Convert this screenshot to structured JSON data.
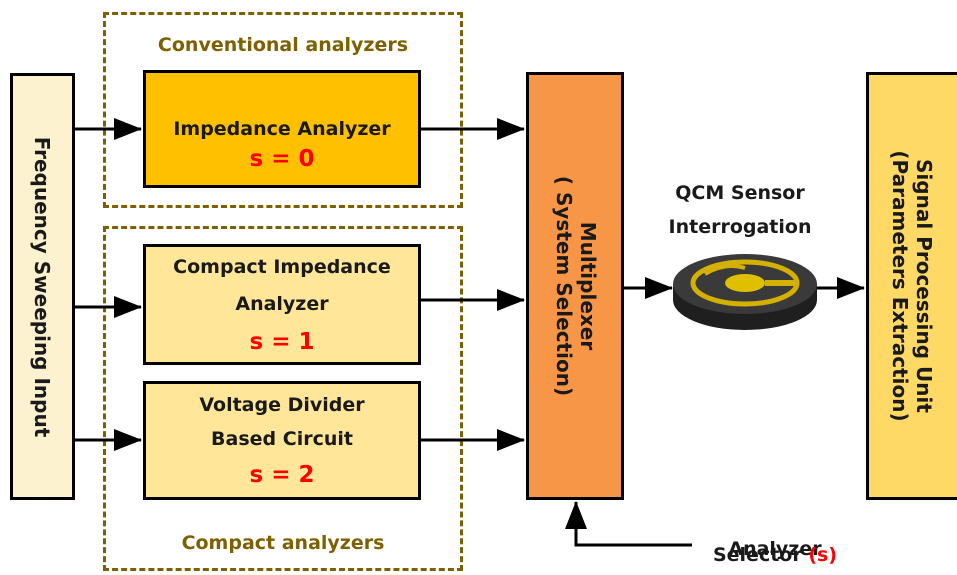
{
  "groups": {
    "conventional": "Conventional analyzers",
    "compact": "Compact analyzers"
  },
  "input": {
    "label": "Frequency Sweeping Input"
  },
  "analyzers": {
    "impedance": {
      "label": "Impedance Analyzer",
      "select": "s = 0"
    },
    "compact_impedance": {
      "line1": "Compact Impedance",
      "line2": "Analyzer",
      "select": "s = 1"
    },
    "voltage_divider": {
      "line1": "Voltage Divider",
      "line2": "Based Circuit",
      "select": "s = 2"
    }
  },
  "multiplexer": {
    "line1": "Multiplexer",
    "line2": "( System Selection)"
  },
  "sensor": {
    "line1": "QCM Sensor",
    "line2": "Interrogation"
  },
  "signal_unit": {
    "line1": "Signal Processing Unit",
    "line2": "(Parameters Extraction)"
  },
  "selector": {
    "line1": "Analyzer",
    "line2": "Selector",
    "symbol": "(s)"
  },
  "colors": {
    "input_fill": "#fdf2d0",
    "impedance_fill": "#ffc000",
    "compact_fill": "#ffe699",
    "multiplexer_fill": "#f79646",
    "signal_fill": "#ffd966",
    "group_border": "#7f6000",
    "select_text": "#ff0000"
  }
}
